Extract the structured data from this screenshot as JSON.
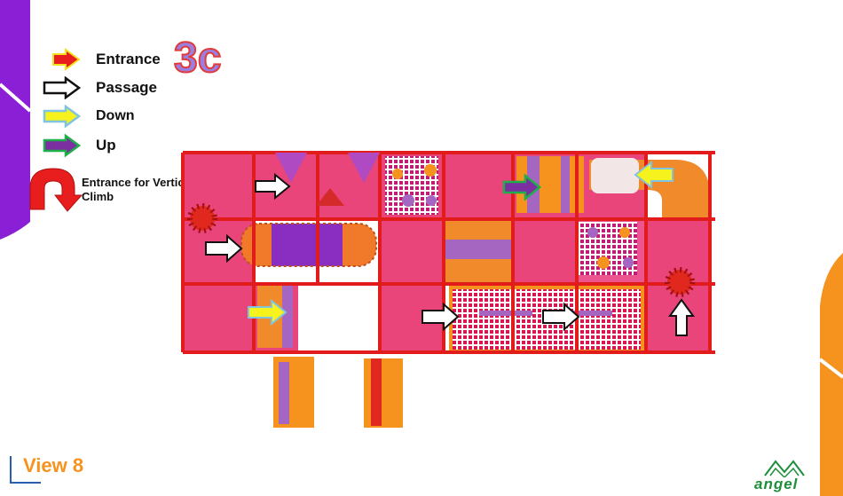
{
  "colors": {
    "entrance": "#e81d1d",
    "passage": "#ffffff",
    "down": "#f5f21e",
    "up": "#7b2fa0",
    "accent_purple": "#8a1fd6",
    "accent_orange": "#f5931e",
    "frame_red": "#e21b1b",
    "panel_pink": "#e9457a",
    "brand_green": "#1d8f3a"
  },
  "legend": {
    "title": "3c",
    "items": [
      {
        "icon": "red-arrow-icon",
        "label": "Entrance"
      },
      {
        "icon": "white-arrow-icon",
        "label": "Passage"
      },
      {
        "icon": "yellow-arrow-icon",
        "label": "Down"
      },
      {
        "icon": "purple-arrow-icon",
        "label": "Up"
      }
    ],
    "vertical_step": {
      "icon": "curved-red-arrow-icon",
      "label_line1": "Entrance for Vertical Step",
      "label_line2": "Climb"
    }
  },
  "footer": {
    "view_label": "View 8",
    "brand": "angel"
  }
}
